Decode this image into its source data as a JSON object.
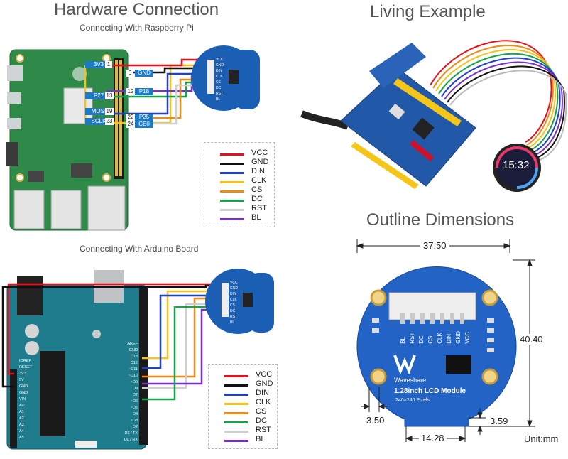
{
  "sections": {
    "hardware_title": "Hardware Connection",
    "rpi_subtitle": "Connecting With Raspberry Pi",
    "arduino_subtitle": "Connecting With Arduino Board",
    "living_title": "Living Example",
    "outline_title": "Outline Dimensions"
  },
  "legend": [
    {
      "label": "VCC",
      "color": "#e8101c"
    },
    {
      "label": "GND",
      "color": "#111111"
    },
    {
      "label": "DIN",
      "color": "#1f3fd0"
    },
    {
      "label": "CLK",
      "color": "#f6c21a"
    },
    {
      "label": "CS",
      "color": "#f08a17"
    },
    {
      "label": "DC",
      "color": "#17a34a"
    },
    {
      "label": "RST",
      "color": "#cfcfcf"
    },
    {
      "label": "BL",
      "color": "#7b2fc9"
    }
  ],
  "rpi_pins": {
    "left": [
      {
        "label": "3V3",
        "num": "1"
      },
      {
        "label": "P27",
        "num": "13"
      },
      {
        "label": "MOSI",
        "num": "19"
      },
      {
        "label": "SCLK",
        "num": "23"
      }
    ],
    "right": [
      {
        "num": "6",
        "label": "GND"
      },
      {
        "num": "12",
        "label": "P18"
      },
      {
        "num": "22",
        "label": "P25"
      },
      {
        "num": "24",
        "label": "CE0"
      }
    ]
  },
  "lcd_pins": [
    "VCC",
    "GND",
    "DIN",
    "CLK",
    "CS",
    "DC",
    "RST",
    "BL"
  ],
  "lcd_small_text": {
    "brand": "Waveshare",
    "model": "1.28inch LCD Module",
    "pixels": "240×240 Pixels"
  },
  "arduino_pins_left": [
    "IOREF",
    "RESET",
    "3V3",
    "5V",
    "GND",
    "GND",
    "VIN",
    "A0",
    "A1",
    "A2",
    "A3",
    "A4",
    "A5"
  ],
  "arduino_pins_right": [
    "AREF",
    "GND",
    "D13",
    "D12",
    "~D11",
    "~D10",
    "~D9",
    "D8",
    "D7",
    "~D6",
    "~D5",
    "D4",
    "~D3",
    "D2",
    "D1 / TX",
    "D0 / RX"
  ],
  "clock": {
    "time": "15:32"
  },
  "dimensions": {
    "width": "37.50",
    "height": "40.40",
    "hole_offset": "3.50",
    "connector": "14.28",
    "notch": "3.59",
    "unit": "Unit:mm"
  },
  "module_labels": {
    "brand": "Waveshare",
    "model": "1.28inch LCD Module",
    "pixels": "240×240 Pixels",
    "pins": [
      "BL",
      "RST",
      "DC",
      "CS",
      "CLK",
      "DIN",
      "GND",
      "VCC"
    ]
  }
}
